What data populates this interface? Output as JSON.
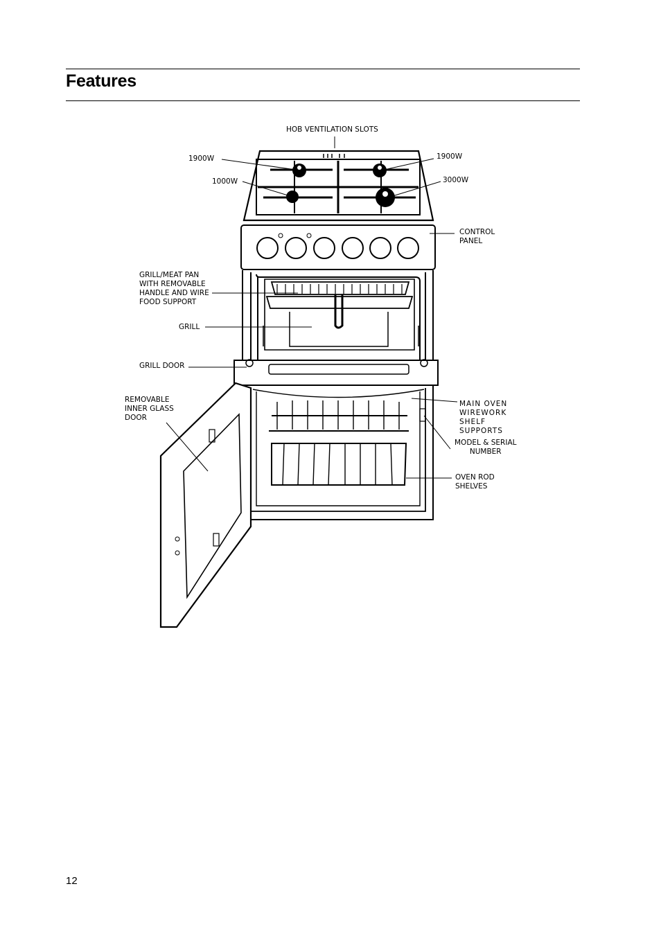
{
  "heading": "Features",
  "page_number": "12",
  "labels": {
    "hob_ventilation_slots": "HOB VENTILATION SLOTS",
    "burner_top_left": "1900W",
    "burner_top_right": "1900W",
    "burner_bottom_left": "1000W",
    "burner_bottom_right": "3000W",
    "control_panel": "CONTROL\nPANEL",
    "grill_meat_pan": "GRILL/MEAT PAN\nWITH REMOVABLE\nHANDLE AND WIRE\nFOOD SUPPORT",
    "grill": "GRILL",
    "grill_door": "GRILL DOOR",
    "removable_inner_glass_door": "REMOVABLE\nINNER GLASS\nDOOR",
    "main_oven_shelf_supports": "MAIN OVEN\nWIREWORK\nSHELF\nSUPPORTS",
    "model_serial_number": "MODEL & SERIAL\nNUMBER",
    "oven_rod_shelves": "OVEN ROD\nSHELVES"
  }
}
